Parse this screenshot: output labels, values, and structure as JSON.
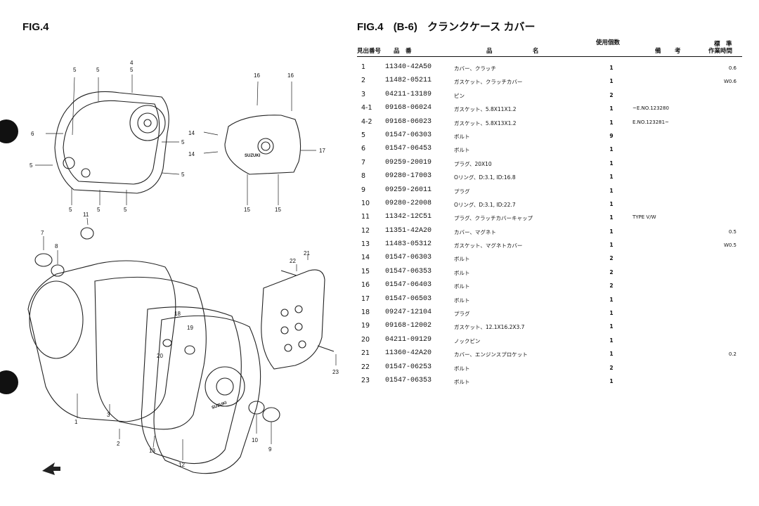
{
  "figure_label": "FIG.4",
  "header": {
    "fig": "FIG.4",
    "code": "(B-6)",
    "name": "クランクケース カバー",
    "col_no": "見出番号",
    "col_pn": "品　番",
    "col_desc_1": "品",
    "col_desc_2": "名",
    "col_qty": "使用個数",
    "col_rem_1": "備",
    "col_rem_2": "考",
    "col_time_1": "標　準",
    "col_time_2": "作業時間"
  },
  "drawing_labels": {
    "l1": "1",
    "l2": "2",
    "l3": "3",
    "l4": "4",
    "l5": "5",
    "l6": "6",
    "l7": "7",
    "l8": "8",
    "l9": "9",
    "l10": "10",
    "l11": "11",
    "l12": "12",
    "l13": "13",
    "l14": "14",
    "l15": "15",
    "l16": "16",
    "l17": "17",
    "l18": "18",
    "l19": "19",
    "l20": "20",
    "l21": "21",
    "l22": "22",
    "l23": "23",
    "logo": "SUZUKI"
  },
  "parts": [
    {
      "no": "1",
      "pn": "11340-42A50",
      "desc": "カバー、クラッチ",
      "qty": "1",
      "rem": "",
      "time": "0.6"
    },
    {
      "no": "2",
      "pn": "11482-05211",
      "desc": "ガスケット、クラッチカバー",
      "qty": "1",
      "rem": "",
      "time": "W0.6"
    },
    {
      "no": "3",
      "pn": "04211-13189",
      "desc": "ピン",
      "qty": "2",
      "rem": "",
      "time": ""
    },
    {
      "no": "4-1",
      "pn": "09168-06024",
      "desc": "ガスケット、5.8X11X1.2",
      "qty": "1",
      "rem": "~E.NO.123280",
      "time": ""
    },
    {
      "no": "4-2",
      "pn": "09168-06023",
      "desc": "ガスケット、5.8X13X1.2",
      "qty": "1",
      "rem": "E.NO.123281~",
      "time": ""
    },
    {
      "no": "5",
      "pn": "01547-06303",
      "desc": "ボルト",
      "qty": "9",
      "rem": "",
      "time": ""
    },
    {
      "no": "6",
      "pn": "01547-06453",
      "desc": "ボルト",
      "qty": "1",
      "rem": "",
      "time": ""
    },
    {
      "no": "7",
      "pn": "09259-20019",
      "desc": "プラグ、20X10",
      "qty": "1",
      "rem": "",
      "time": ""
    },
    {
      "no": "8",
      "pn": "09280-17003",
      "desc": "Oリング、D:3.1, ID:16.8",
      "qty": "1",
      "rem": "",
      "time": ""
    },
    {
      "no": "9",
      "pn": "09259-26011",
      "desc": "プラグ",
      "qty": "1",
      "rem": "",
      "time": ""
    },
    {
      "no": "10",
      "pn": "09280-22008",
      "desc": "Oリング、D:3.1, ID:22.7",
      "qty": "1",
      "rem": "",
      "time": ""
    },
    {
      "no": "11",
      "pn": "11342-12C51",
      "desc": "プラグ、クラッチカバーキャップ",
      "qty": "1",
      "rem": "TYPE V/W",
      "time": ""
    },
    {
      "no": "12",
      "pn": "11351-42A20",
      "desc": "カバー、マグネト",
      "qty": "1",
      "rem": "",
      "time": "0.5"
    },
    {
      "no": "13",
      "pn": "11483-05312",
      "desc": "ガスケット、マグネトカバー",
      "qty": "1",
      "rem": "",
      "time": "W0.5"
    },
    {
      "no": "14",
      "pn": "01547-06303",
      "desc": "ボルト",
      "qty": "2",
      "rem": "",
      "time": ""
    },
    {
      "no": "15",
      "pn": "01547-06353",
      "desc": "ボルト",
      "qty": "2",
      "rem": "",
      "time": ""
    },
    {
      "no": "16",
      "pn": "01547-06403",
      "desc": "ボルト",
      "qty": "2",
      "rem": "",
      "time": ""
    },
    {
      "no": "17",
      "pn": "01547-06503",
      "desc": "ボルト",
      "qty": "1",
      "rem": "",
      "time": ""
    },
    {
      "no": "18",
      "pn": "09247-12104",
      "desc": "プラグ",
      "qty": "1",
      "rem": "",
      "time": ""
    },
    {
      "no": "19",
      "pn": "09168-12002",
      "desc": "ガスケット、12.1X16.2X3.7",
      "qty": "1",
      "rem": "",
      "time": ""
    },
    {
      "no": "20",
      "pn": "04211-09129",
      "desc": "ノックピン",
      "qty": "1",
      "rem": "",
      "time": ""
    },
    {
      "no": "21",
      "pn": "11360-42A20",
      "desc": "カバー、エンジンスプロケット",
      "qty": "1",
      "rem": "",
      "time": "0.2"
    },
    {
      "no": "22",
      "pn": "01547-06253",
      "desc": "ボルト",
      "qty": "2",
      "rem": "",
      "time": ""
    },
    {
      "no": "23",
      "pn": "01547-06353",
      "desc": "ボルト",
      "qty": "1",
      "rem": "",
      "time": ""
    }
  ]
}
